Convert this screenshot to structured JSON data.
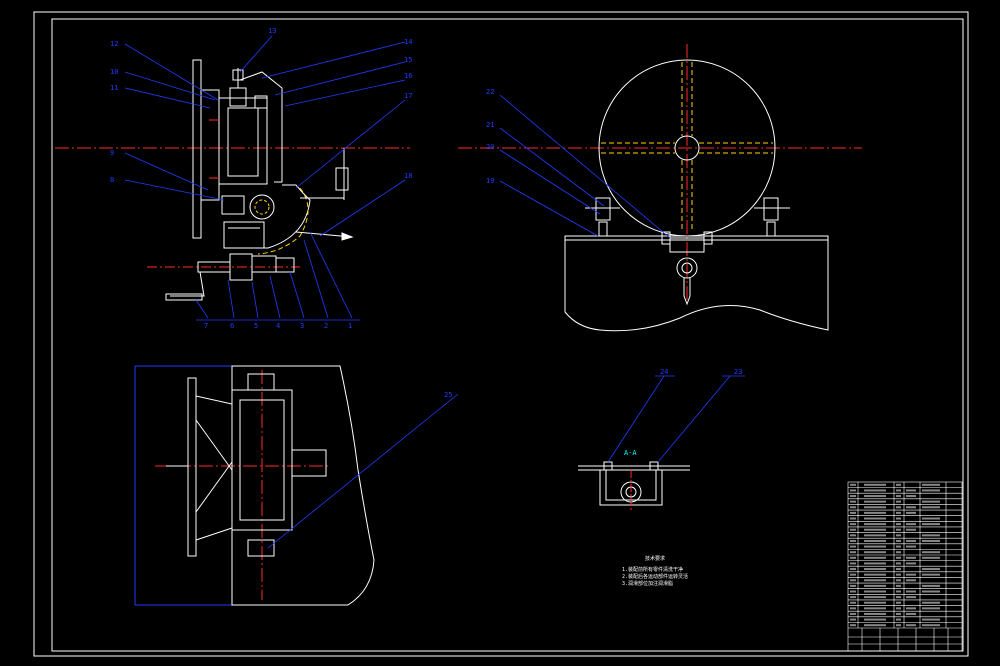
{
  "colors": {
    "background": "#000000",
    "outline": "#ffffff",
    "leader": "#1f3dff",
    "center": "#ff2a2a",
    "hidden": "#ffd400",
    "dim": "#00ffff"
  },
  "balloons_main": [
    {
      "label": "12"
    },
    {
      "label": "14"
    },
    {
      "label": "10"
    },
    {
      "label": "15"
    },
    {
      "label": "11"
    },
    {
      "label": "16"
    },
    {
      "label": "13"
    },
    {
      "label": "17"
    },
    {
      "label": "9"
    },
    {
      "label": "8"
    },
    {
      "label": "18"
    }
  ],
  "bottom_numbers": [
    {
      "label": "7"
    },
    {
      "label": "6"
    },
    {
      "label": "5"
    },
    {
      "label": "4"
    },
    {
      "label": "3"
    },
    {
      "label": "2"
    },
    {
      "label": "1"
    }
  ],
  "balloons_right": [
    {
      "label": "22"
    },
    {
      "label": "21"
    },
    {
      "label": "20"
    },
    {
      "label": "19"
    }
  ],
  "balloon_plan": {
    "label": "25"
  },
  "balloons_section": [
    {
      "label": "24"
    },
    {
      "label": "23"
    }
  ],
  "section_label": "A-A",
  "notes_title": "技术要求",
  "notes": [
    "1.装配前所有零件清洗干净",
    "2.装配后各运动部件运转灵活",
    "3.润滑部位加注润滑脂"
  ]
}
